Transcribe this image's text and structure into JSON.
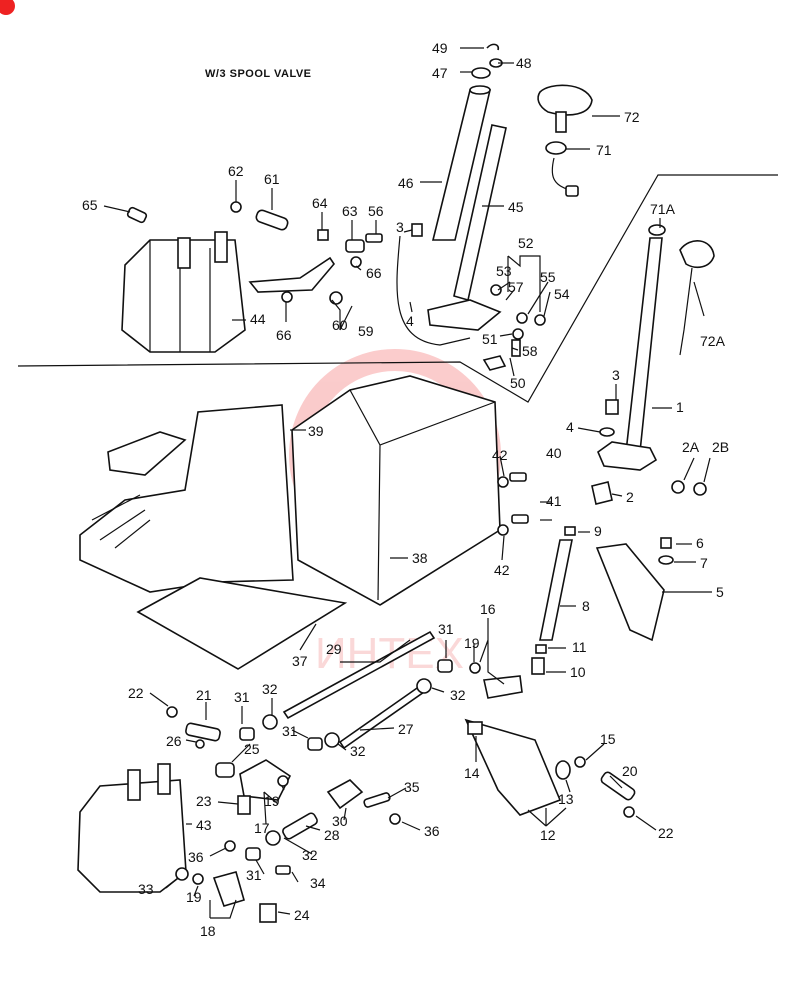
{
  "caption": "W/3 SPOOL VALVE",
  "watermark": "ИНТЕХ",
  "labels": {
    "l1": "1",
    "l2": "2",
    "l2a": "2A",
    "l2b": "2B",
    "l3a": "3",
    "l3b": "3",
    "l4a": "4",
    "l4b": "4",
    "l5": "5",
    "l6": "6",
    "l7": "7",
    "l8": "8",
    "l9": "9",
    "l10": "10",
    "l11": "11",
    "l12": "12",
    "l13": "13",
    "l14": "14",
    "l15": "15",
    "l16": "16",
    "l17": "17",
    "l18": "18",
    "l19a": "19",
    "l19b": "19",
    "l19c": "19",
    "l20": "20",
    "l21": "21",
    "l22a": "22",
    "l22b": "22",
    "l23": "23",
    "l24": "24",
    "l25": "25",
    "l26": "26",
    "l27": "27",
    "l28": "28",
    "l29": "29",
    "l30": "30",
    "l31a": "31",
    "l31b": "31",
    "l31c": "31",
    "l31d": "31",
    "l32a": "32",
    "l32b": "32",
    "l32c": "32",
    "l32d": "32",
    "l33": "33",
    "l34": "34",
    "l35": "35",
    "l36a": "36",
    "l36b": "36",
    "l37": "37",
    "l38": "38",
    "l39": "39",
    "l40": "40",
    "l41": "41",
    "l42a": "42",
    "l42b": "42",
    "l43": "43",
    "l44": "44",
    "l45": "45",
    "l46": "46",
    "l47": "47",
    "l48": "48",
    "l49": "49",
    "l50": "50",
    "l51": "51",
    "l52": "52",
    "l53": "53",
    "l54": "54",
    "l55": "55",
    "l56": "56",
    "l57": "57",
    "l58": "58",
    "l59": "59",
    "l60": "60",
    "l61": "61",
    "l62": "62",
    "l63": "63",
    "l64": "64",
    "l65": "65",
    "l66a": "66",
    "l66b": "66",
    "l71": "71",
    "l71a": "71A",
    "l72": "72",
    "l72a": "72A"
  }
}
